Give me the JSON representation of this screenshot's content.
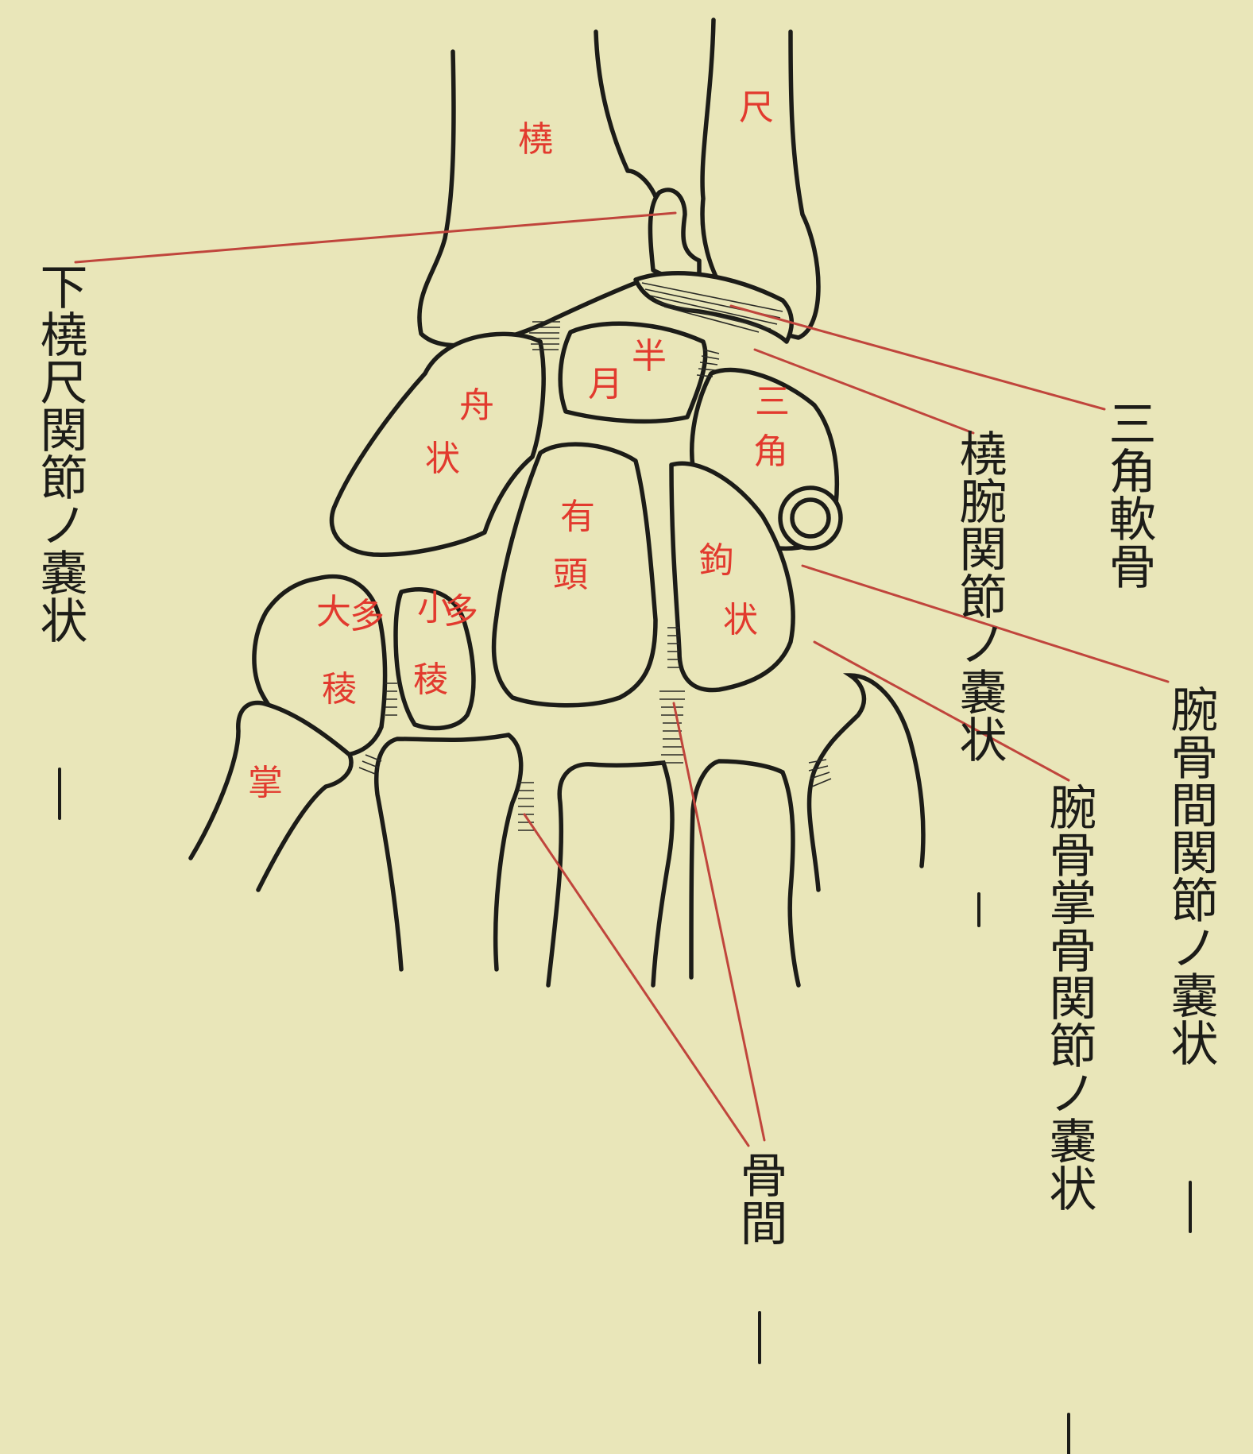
{
  "colors": {
    "paper": "#e9e6b9",
    "ink": "#1c1c18",
    "bone_label": "#e23a2e",
    "leader_line": "#c0453c"
  },
  "bone_labels": {
    "radius": "橈",
    "ulna": "尺",
    "lunate_top": "半",
    "lunate_bottom": "月",
    "scaphoid_top": "舟",
    "scaphoid_bottom": "状",
    "triquetrum_top": "三",
    "triquetrum_bottom": "角",
    "capitate_top": "有",
    "capitate_bottom": "頭",
    "hamate_top": "鉤",
    "hamate_bottom": "状",
    "trapezium": [
      "大",
      "多",
      "稜"
    ],
    "trapezoid": [
      "小",
      "多",
      "稜"
    ],
    "metacarpal": "掌"
  },
  "annotations": {
    "distal_radioulnar_capsule": "下橈尺関節ノ嚢状",
    "triangular_fibrocartilage": "三角軟骨",
    "radiocarpal_capsule": "橈腕関節ノ嚢状",
    "intercarpal_capsule": "腕骨間関節ノ嚢状",
    "carpometacarpal_capsule": "腕骨掌骨関節ノ嚢状",
    "interosseous": "骨間"
  }
}
